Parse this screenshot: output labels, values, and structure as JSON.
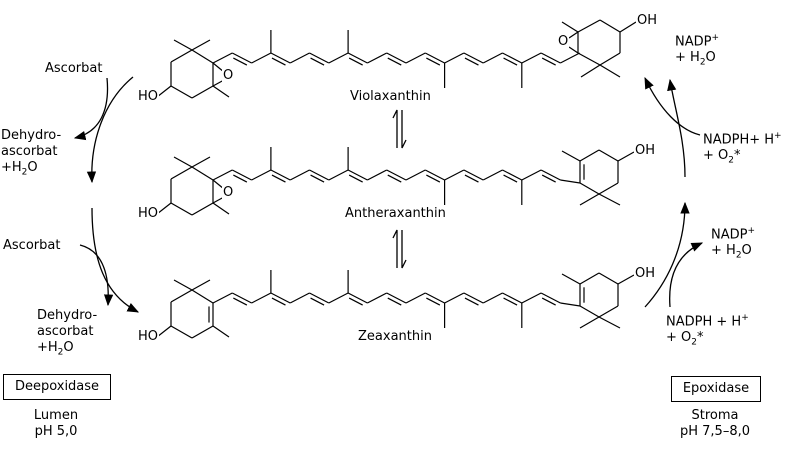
{
  "molecules": [
    {
      "name": "Violaxanthin",
      "left_ring": "epoxide",
      "right_ring": "epoxide"
    },
    {
      "name": "Antheraxanthin",
      "left_ring": "epoxide",
      "right_ring": "beta"
    },
    {
      "name": "Zeaxanthin",
      "left_ring": "beta",
      "right_ring": "beta"
    }
  ],
  "atoms": {
    "hydroxyl_left": "HO",
    "hydroxyl_right": "OH",
    "epoxide": "O"
  },
  "left": {
    "ascorbat_1": "Ascorbat",
    "dehydro_1": [
      "Dehydro-",
      "ascorbat",
      "+H",
      "2",
      "O"
    ],
    "ascorbat_2": "Ascorbat",
    "dehydro_2": [
      "Dehydro-",
      "ascorbat",
      "+H",
      "2",
      "O"
    ],
    "enzyme": "Deepoxidase",
    "compartment": "Lumen",
    "ph": "pH 5,0"
  },
  "right": {
    "nadp_1": [
      "NADP",
      "+",
      "+ H",
      "2",
      "O"
    ],
    "nadph_1": [
      "NADPH+ H",
      "+",
      "+ O",
      "2",
      "*"
    ],
    "nadp_2": [
      "NADP",
      "+",
      "+ H",
      "2",
      "O"
    ],
    "nadph_2": [
      "NADPH + H",
      "+",
      "+ O",
      "2",
      "*"
    ],
    "enzyme": "Epoxidase",
    "compartment": "Stroma",
    "ph": "pH 7,5–8,0"
  }
}
